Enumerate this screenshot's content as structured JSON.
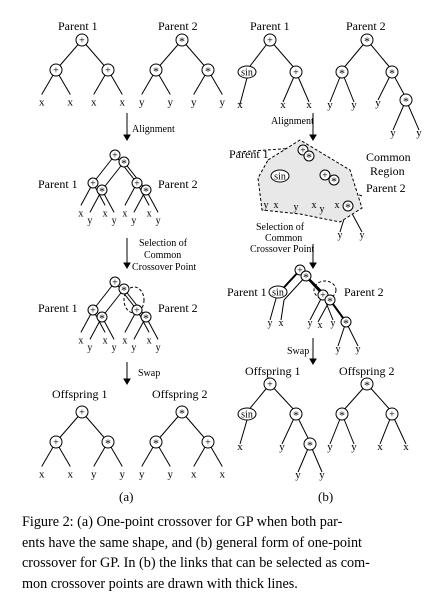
{
  "figure": {
    "panel_a": {
      "parent1": "Parent 1",
      "parent2": "Parent 2",
      "step_alignment": "Alignment",
      "step_selection": [
        "Selection of",
        "Common",
        "Crossover Point"
      ],
      "step_swap": "Swap",
      "offspring1": "Offspring 1",
      "offspring2": "Offspring 2",
      "label": "(a)"
    },
    "panel_b": {
      "parent1": "Parent 1",
      "parent2": "Parent 2",
      "step_alignment": "Alignment",
      "common_region": [
        "Common",
        "Region"
      ],
      "step_selection": [
        "Selection of",
        "Common",
        "Crossover Point"
      ],
      "step_swap": "Swap",
      "offspring1": "Offspring 1",
      "offspring2": "Offspring 2",
      "sin_label": "sin",
      "label": "(b)"
    },
    "symbols": {
      "plus": "+",
      "times": "*",
      "x": "x",
      "y": "y"
    }
  },
  "caption": {
    "lines": [
      "Figure 2: (a) One-point crossover for GP when both par-",
      "ents have the same shape, and (b) general form of one-point",
      "crossover for GP. In (b) the links that can be selected as com-",
      "mon crossover points are drawn with thick lines."
    ]
  }
}
